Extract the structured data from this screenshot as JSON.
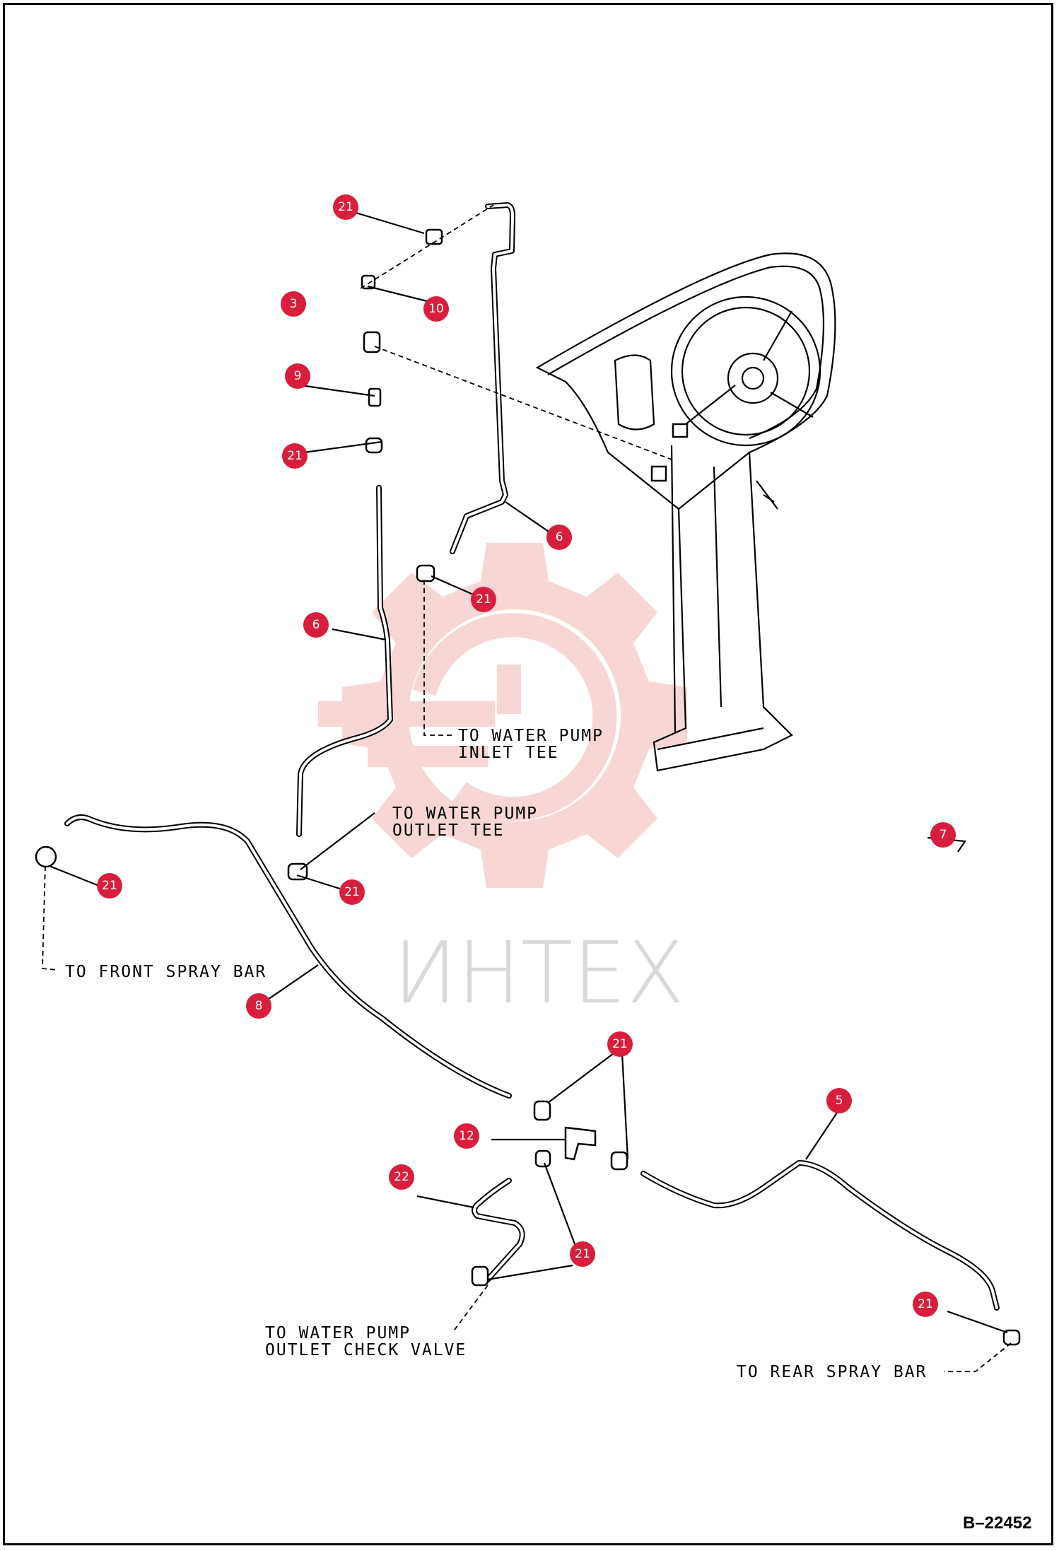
{
  "notes": {
    "inlet_tee": [
      "TO WATER PUMP",
      "INLET TEE"
    ],
    "outlet_tee": [
      "TO WATER PUMP",
      "OUTLET TEE"
    ],
    "front_spray": "TO FRONT SPRAY BAR",
    "check_valve": [
      "TO WATER PUMP",
      "OUTLET CHECK VALVE"
    ],
    "rear_spray": "TO REAR SPRAY BAR"
  },
  "watermark": "ИНТЕХ",
  "doc_code": "B–22452",
  "callouts": [
    "21",
    "10",
    "3",
    "9",
    "21",
    "6",
    "21",
    "6",
    "7",
    "21",
    "21",
    "8",
    "21",
    "12",
    "22",
    "21",
    "5",
    "21"
  ],
  "colors": {
    "callout": "#d81e3c",
    "watermark": "#f3b5b5"
  }
}
